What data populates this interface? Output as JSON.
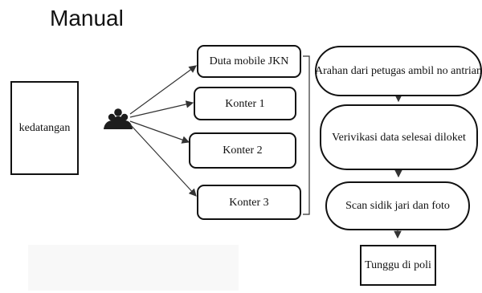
{
  "diagram": {
    "title": "Manual",
    "start": "kedatangan",
    "people_icon": "people-group-icon",
    "counters": [
      "Duta mobile JKN",
      "Konter 1",
      "Konter 2",
      "Konter 3"
    ],
    "steps": [
      "Arahan dari petugas ambil no antrian",
      "Verivikasi data selesai diloket",
      "Scan sidik jari dan foto",
      "Tunggu di poli"
    ]
  }
}
